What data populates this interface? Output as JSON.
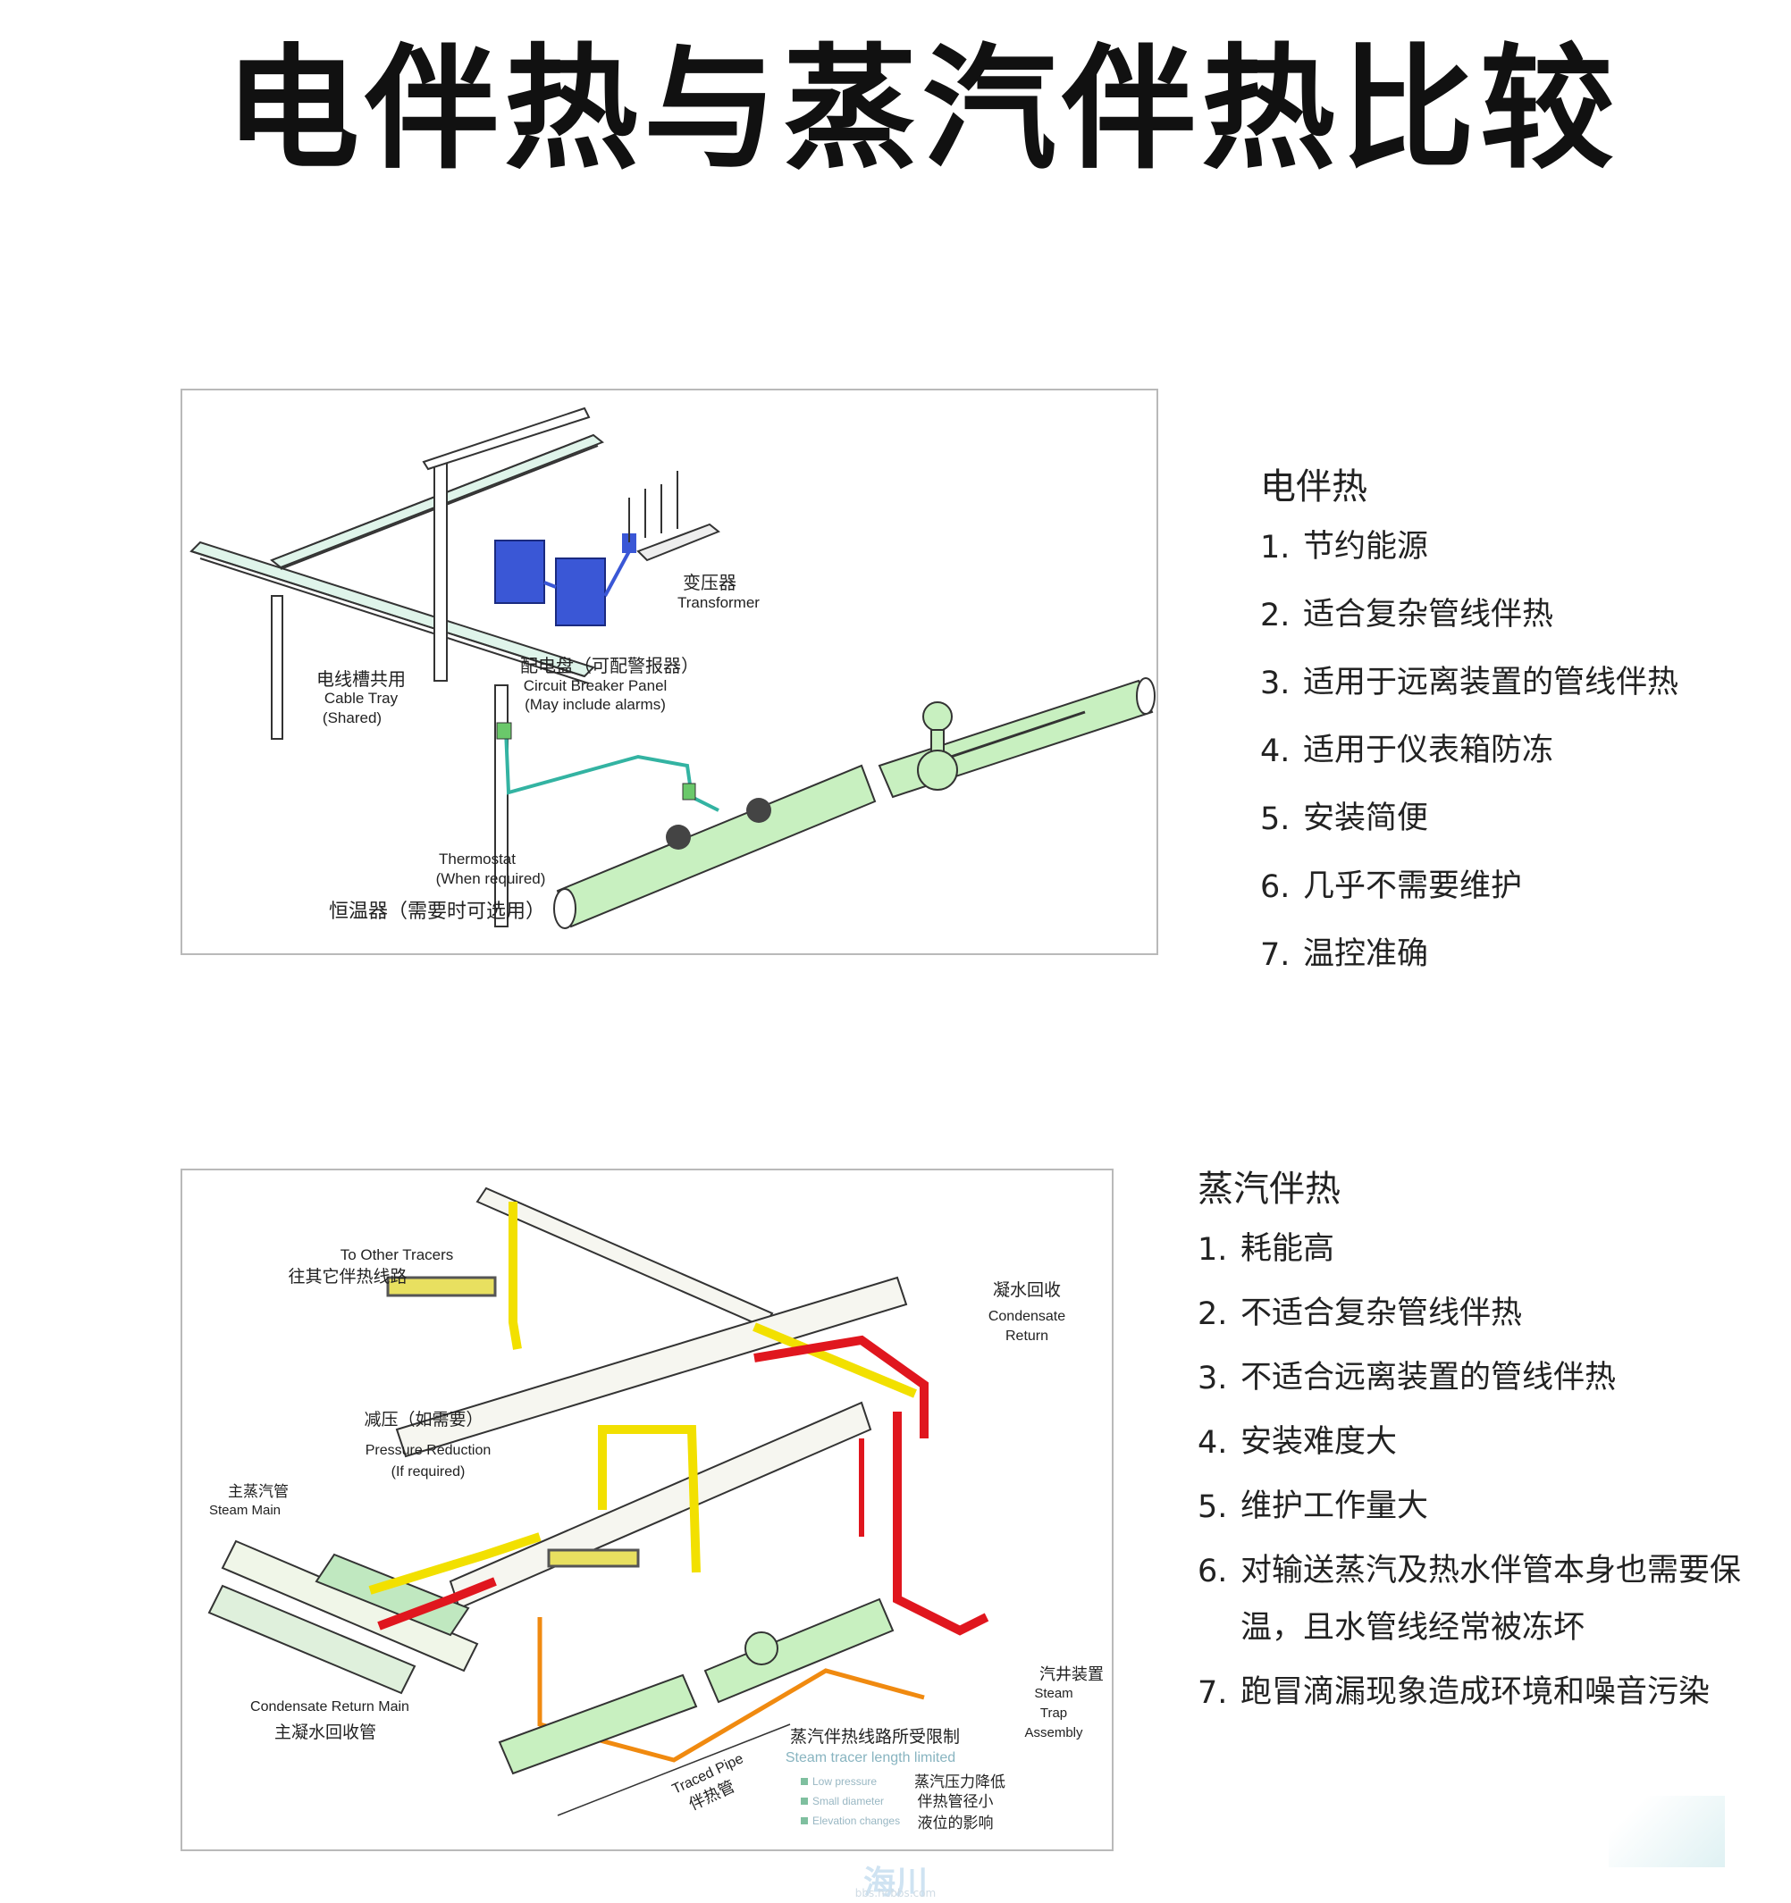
{
  "title": "电伴热与蒸汽伴热比较",
  "electric": {
    "heading": "电伴热",
    "items": [
      {
        "num": "1.",
        "text": "节约能源"
      },
      {
        "num": "2.",
        "text": "适合复杂管线伴热"
      },
      {
        "num": "3.",
        "text": "适用于远离装置的管线伴热"
      },
      {
        "num": "4.",
        "text": "适用于仪表箱防冻"
      },
      {
        "num": "5.",
        "text": "安装简便"
      },
      {
        "num": "6.",
        "text": "几乎不需要维护"
      },
      {
        "num": "7.",
        "text": "温控准确"
      }
    ],
    "diagram": {
      "transformer_cn": "变压器",
      "transformer_en": "Transformer",
      "panel_cn": "配电盘（可配警报器）",
      "panel_en1": "Circuit Breaker Panel",
      "panel_en2": "(May include alarms)",
      "tray_cn": "电线槽共用",
      "tray_en1": "Cable Tray",
      "tray_en2": "(Shared)",
      "thermostat_en1": "Thermostat",
      "thermostat_en2": "(When required)",
      "thermostat_cn": "恒温器（需要时可选用）"
    }
  },
  "steam": {
    "heading": "蒸汽伴热",
    "items": [
      {
        "num": "1.",
        "text": "耗能高"
      },
      {
        "num": "2.",
        "text": "不适合复杂管线伴热"
      },
      {
        "num": "3.",
        "text": "不适合远离装置的管线伴热"
      },
      {
        "num": "4.",
        "text": "安装难度大"
      },
      {
        "num": "5.",
        "text": "维护工作量大"
      },
      {
        "num": "6.",
        "text": "对输送蒸汽及热水伴管本身也需要保温，且水管线经常被冻坏"
      },
      {
        "num": "7.",
        "text": "跑冒滴漏现象造成环境和噪音污染"
      }
    ],
    "diagram": {
      "tracers_en": "To Other Tracers",
      "tracers_cn": "往其它伴热线路",
      "condensate_cn": "凝水回收",
      "condensate_en1": "Condensate",
      "condensate_en2": "Return",
      "reduction_cn": "减压（如需要）",
      "reduction_en1": "Pressure Reduction",
      "reduction_en2": "(If required)",
      "steam_main_cn": "主蒸汽管",
      "steam_main_en": "Steam Main",
      "return_main_en": "Condensate Return Main",
      "return_main_cn": "主凝水回收管",
      "trap_cn": "汽井装置",
      "trap_en1": "Steam",
      "trap_en2": "Trap",
      "trap_en3": "Assembly",
      "traced_pipe_en": "Traced Pipe",
      "traced_pipe_cn": "伴热管",
      "limit_cn": "蒸汽伴热线路所受限制",
      "limit_en": "Steam tracer length limited",
      "legend1": "Low pressure",
      "legend2": "Small diameter",
      "legend3": "Elevation changes",
      "effect_cn1": "蒸汽压力降低",
      "effect_cn2": "伴热管径小",
      "effect_cn3": "液位的影响"
    }
  },
  "watermark": "海川",
  "watermark_sub": "bbs.hcbbs.com",
  "colors": {
    "pipe_green": "#c8f0c0",
    "cable_teal": "#33b3a2",
    "box_blue": "#3a57d6",
    "steam_yellow": "#f2e000",
    "condensate_red": "#e0161e",
    "tracer_orange": "#f08a10"
  }
}
